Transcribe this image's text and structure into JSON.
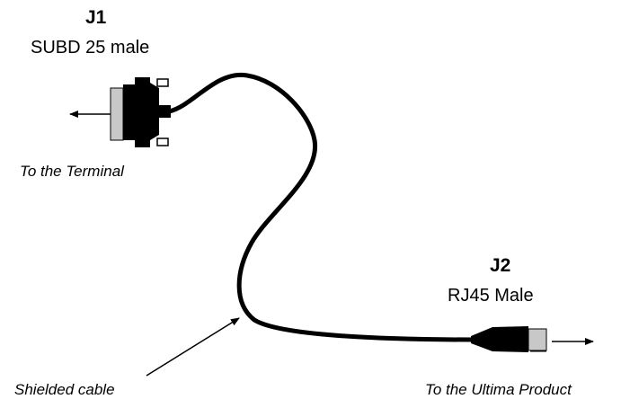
{
  "connectors": {
    "j1": {
      "id": "J1",
      "type": "SUBD 25 male",
      "direction_label": "To the Terminal",
      "shell_color": "#000000",
      "pin_body_color": "#c8c8c8"
    },
    "j2": {
      "id": "J2",
      "type": "RJ45 Male",
      "direction_label": "To the Ultima Product",
      "shell_color": "#000000",
      "plug_color": "#c8c8c8"
    }
  },
  "cable": {
    "label": "Shielded cable",
    "color": "#000000"
  },
  "icons": {
    "left_arrow": "arrow-left-icon",
    "right_arrow": "arrow-right-icon",
    "pointer": "pointer-arrow-icon"
  }
}
